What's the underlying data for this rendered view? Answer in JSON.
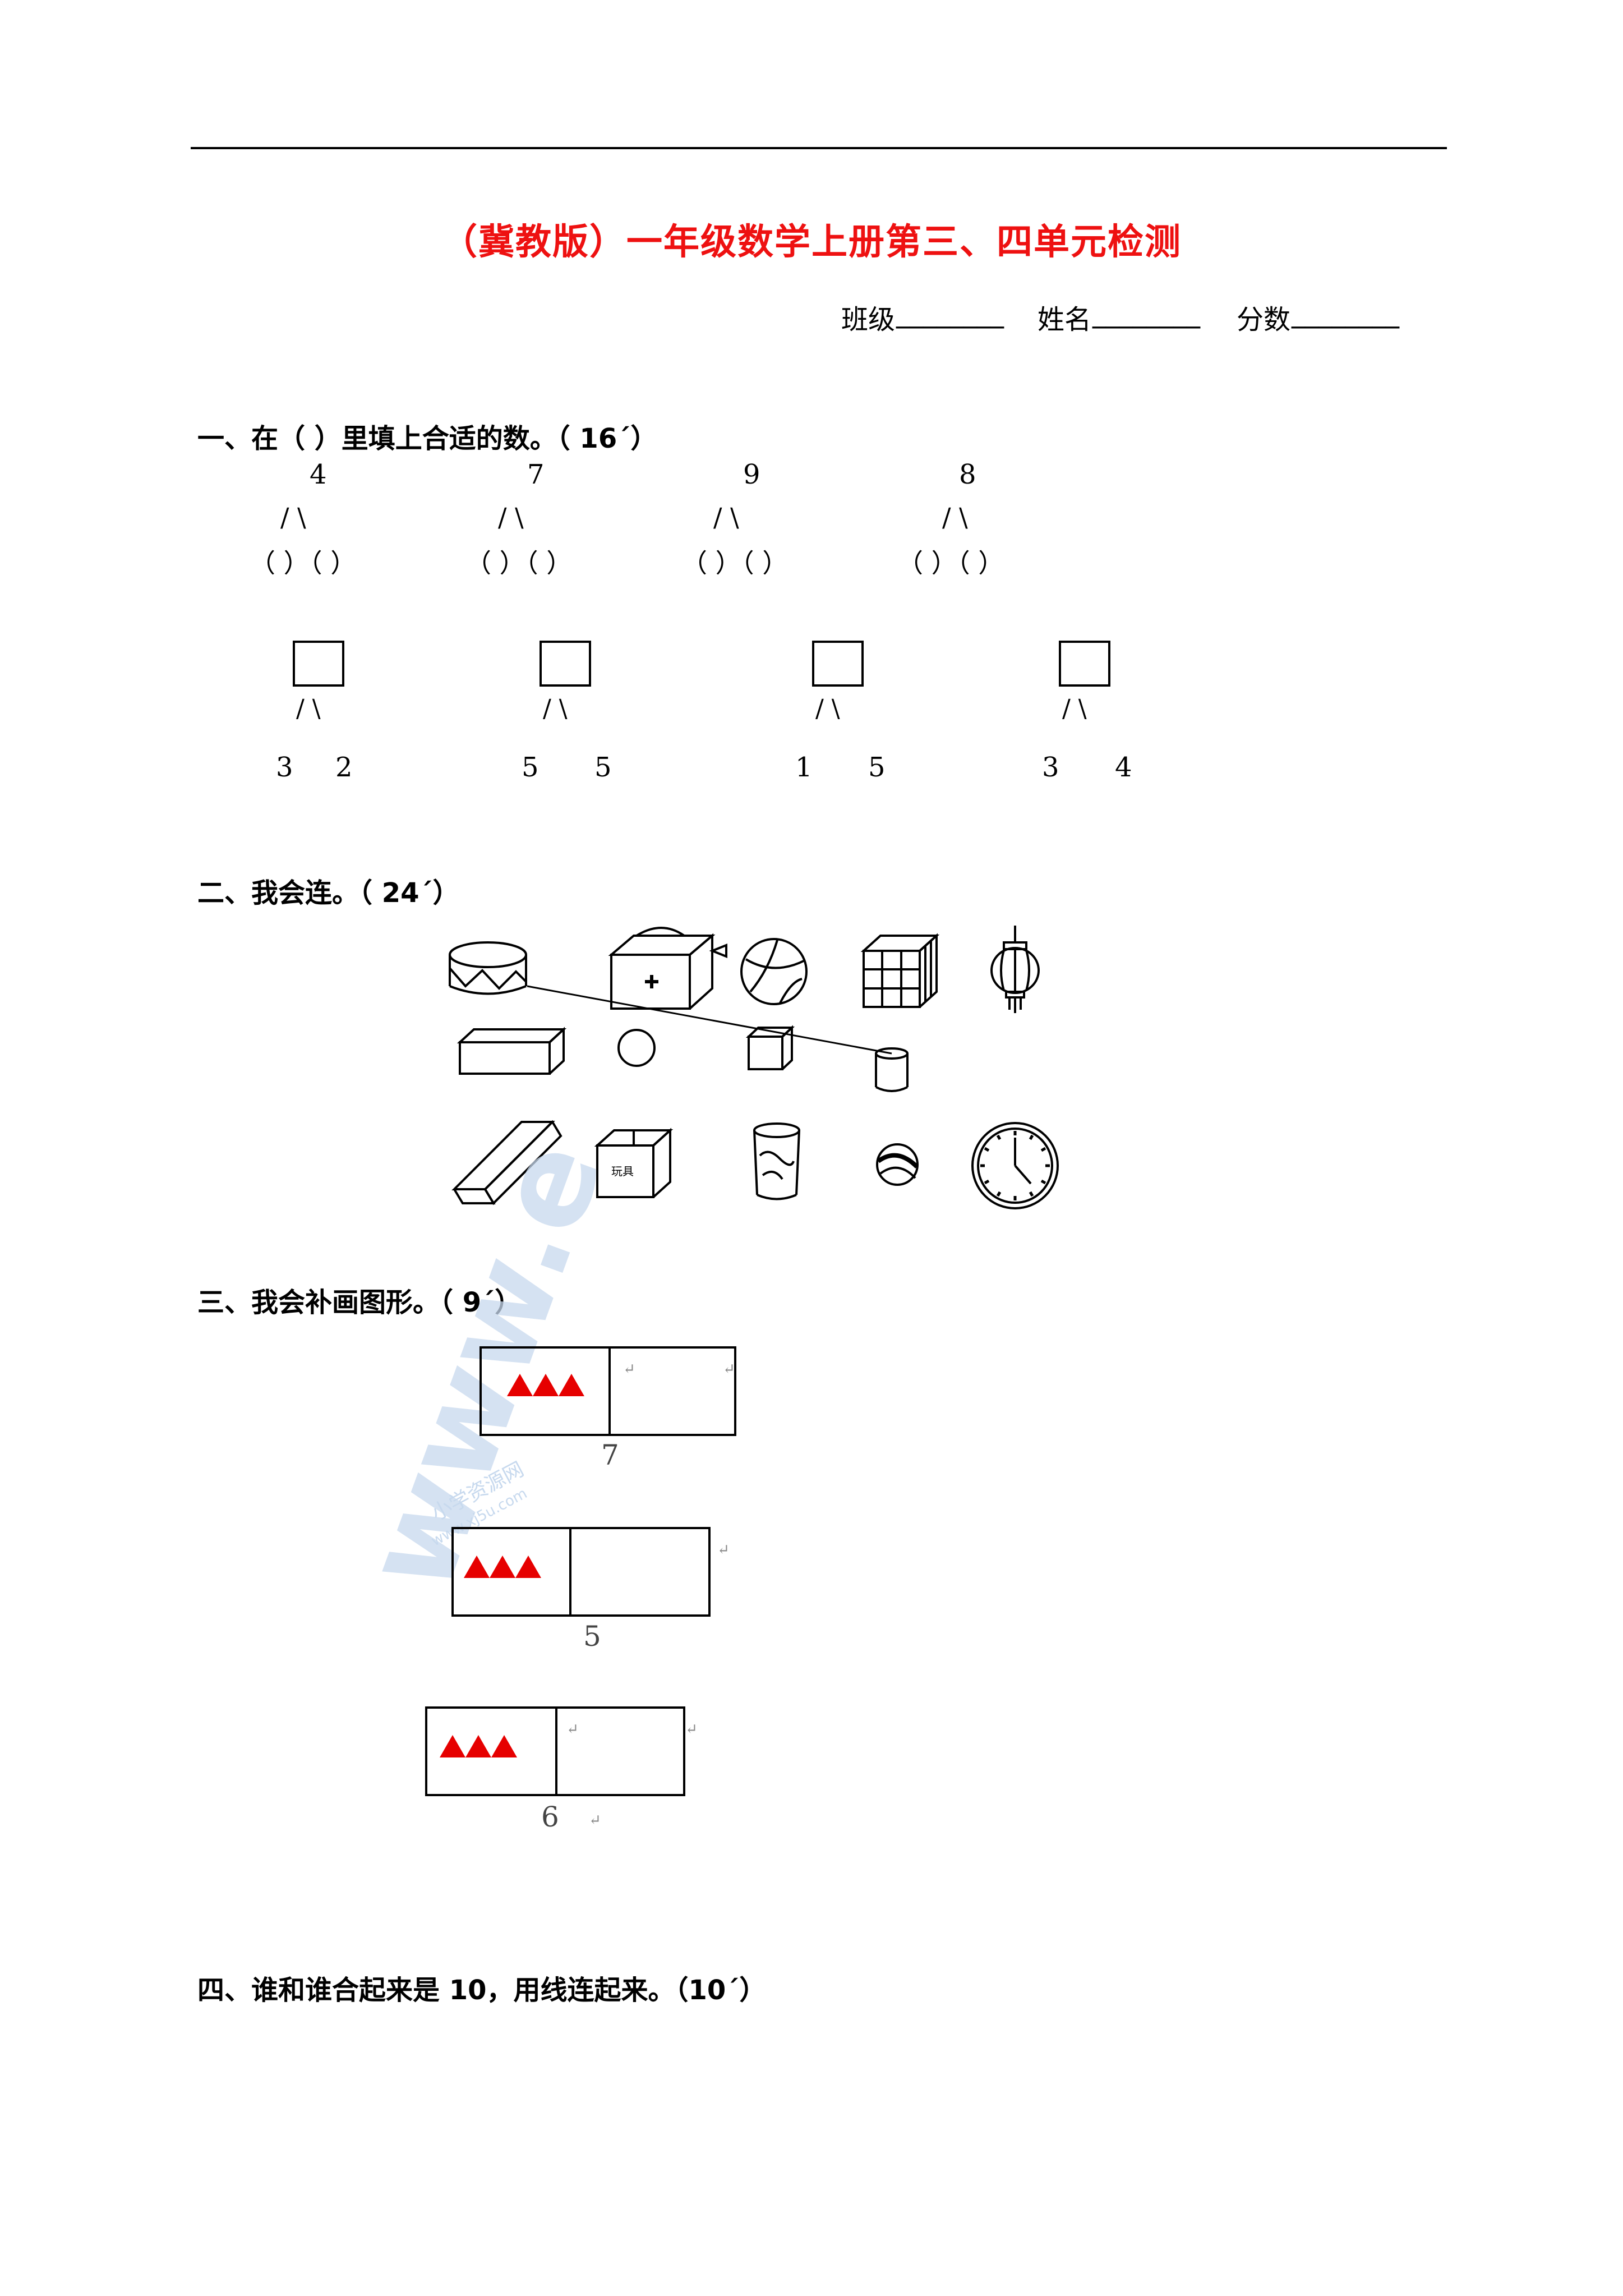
{
  "title": "（冀教版）一年级数学上册第三、四单元检测",
  "info": {
    "class_label": "班级",
    "name_label": "姓名",
    "score_label": "分数",
    "blank": "________"
  },
  "section1": {
    "heading": "一、在（    ）里填上合适的数。（  16´）",
    "top_numbers": [
      "4",
      "7",
      "9",
      "8"
    ],
    "branch": "/     \\",
    "paren_pair": "（    ）（    ）",
    "bottom_pairs": [
      [
        "3",
        "2"
      ],
      [
        "5",
        "5"
      ],
      [
        "1",
        "5"
      ],
      [
        "3",
        "4"
      ]
    ]
  },
  "section2": {
    "heading": "二、我会连。（ 24´）",
    "row1": [
      "drum",
      "first-aid-box",
      "volleyball",
      "rubiks-cube",
      "lantern"
    ],
    "row2": [
      "cuboid",
      "sphere",
      "cube",
      "cylinder"
    ],
    "row3": [
      "eraser",
      "toy-box",
      "glass",
      "ball",
      "clock"
    ],
    "toy_box_label": "玩具"
  },
  "section3": {
    "heading": "三、我会补画图形。（ 9´）",
    "totals": [
      "7",
      "5",
      "6"
    ],
    "triangle_color": "#e60000",
    "watermark_text": "小学资源网",
    "watermark_url": "www.xj5u.com",
    "watermark_big": "www.e"
  },
  "section4": {
    "heading": "四、谁和谁合起来是 10，用线连起来。（10´）"
  },
  "return_mark": "↵"
}
